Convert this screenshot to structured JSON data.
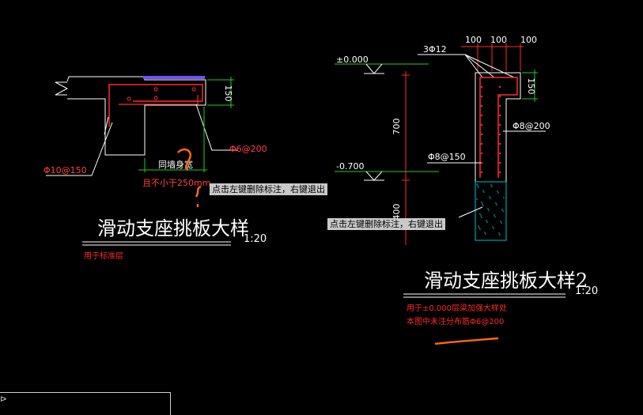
{
  "colors": {
    "background": "#000000",
    "outline": "#ffffff",
    "rebar": "#ff2a2a",
    "dimension": "#22cc22",
    "annotation": "#ff4040",
    "highlight_orange": "#ff6a10",
    "hatch": "#00c0d0",
    "purple": "#8060ff"
  },
  "detail1": {
    "title": "滑动支座挑板大样",
    "scale": "1:20",
    "note": "用于标准层",
    "dim_150": "150",
    "rebar_top": "Φ6@200",
    "rebar_left": "Φ10@150",
    "same_wall": "同墙身宽",
    "min_length": "且不小于250mm"
  },
  "detail2": {
    "title": "滑动支座挑板大样2",
    "scale": "1:20",
    "note_line1": "用于±0.000层梁加强大样处",
    "note_line2": "本图中未注分布筋Φ6@200",
    "dims_top": [
      "100",
      "100",
      "100"
    ],
    "bars_3": "3Φ12",
    "elev_0": "±0.000",
    "elev_07": "-0.700",
    "dim_700": "700",
    "dim_400": "400",
    "dim_150": "150",
    "rebar_right": "Φ8@200",
    "rebar_mid": "Φ8@150"
  },
  "tooltips": {
    "left": "点击左键删除标注，右键退出",
    "right": "点击左键删除标注，右键退出"
  },
  "command": {
    "text": "⊳"
  }
}
